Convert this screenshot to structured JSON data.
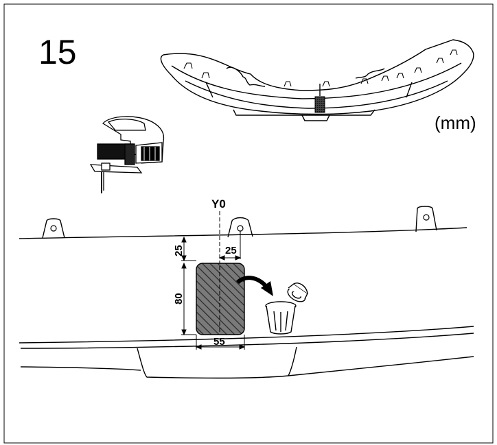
{
  "step": {
    "number": "15"
  },
  "units": "(mm)",
  "reference_line": "Y0",
  "dimensions": {
    "top_offset": "25",
    "side_offset": "25",
    "height": "80",
    "width": "55"
  },
  "icons": [
    "jigsaw-icon",
    "trash-can-icon",
    "clip-icon",
    "arrow-icon"
  ]
}
